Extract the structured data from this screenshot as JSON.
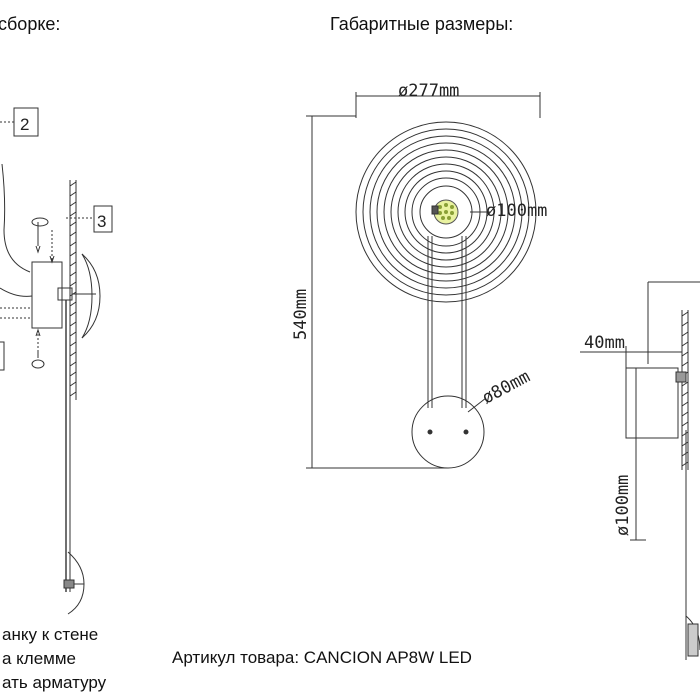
{
  "headings": {
    "assembly": "сборке:",
    "dimensions": "Габаритные размеры:"
  },
  "callouts": [
    "2",
    "3"
  ],
  "dimensions": {
    "diameter_277": "ø277mm",
    "diameter_100": "ø100mm",
    "diameter_80": "ø80mm",
    "height_540": "540mm",
    "depth_40": "40mm",
    "side_diameter_100": "ø100mm"
  },
  "instructions": [
    "анку к стене",
    "а клемме",
    "ать арматуру"
  ],
  "article": "Артикул товара: CANCION AP8W LED"
}
